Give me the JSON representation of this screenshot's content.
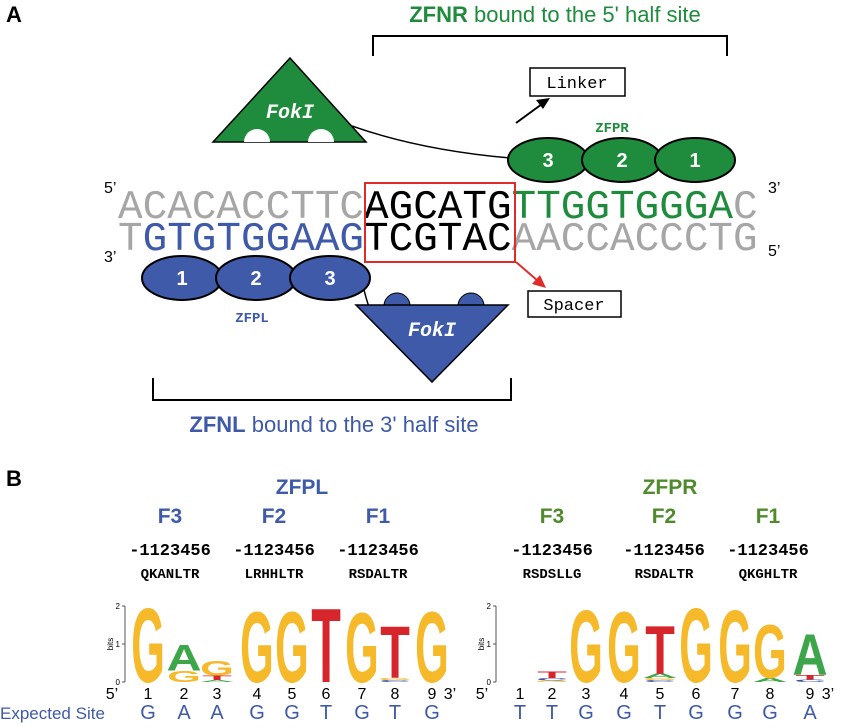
{
  "colors": {
    "green": "#1e8c3c",
    "olive": "#4f8a2c",
    "blue": "#3e5aa8",
    "gray": "#a6a6a6",
    "red": "#e02b2b",
    "G": "#f5b92a",
    "A": "#3da64a",
    "T": "#d6262b",
    "C": "#3b4fa0"
  },
  "panelA": {
    "label": "A",
    "zfnr_title_bold": "ZFNR",
    "zfnr_title_rest": " bound to the 5' half site",
    "zfnl_title_bold": "ZFNL",
    "zfnl_title_rest": " bound to the 3' half site",
    "foki_top": "FokI",
    "foki_bottom": "FokI",
    "linker": "Linker",
    "spacer": "Spacer",
    "zfpr_label": "ZFPR",
    "zfpl_label": "ZFPL",
    "zfpr_fingers": [
      "3",
      "2",
      "1"
    ],
    "zfpl_fingers": [
      "1",
      "2",
      "3"
    ],
    "top_strand": {
      "p5": "5’",
      "p3": "3’",
      "left": "ACACACCTTC",
      "mid": "AGCATG",
      "right": "TTGGTGGGA",
      "end": "C"
    },
    "bottom_strand": {
      "p3": "3’",
      "p5": "5’",
      "start": "T",
      "left": "GTGTGGAAG",
      "mid": "TCGTAC",
      "right": "AACCACCCTG"
    }
  },
  "panelB": {
    "label": "B",
    "zfpl": {
      "title": "ZFPL",
      "fingers": [
        {
          "name": "F3",
          "pos": "-1123456",
          "seq": "QKANLTR"
        },
        {
          "name": "F2",
          "pos": "-1123456",
          "seq": "LRHHLTR"
        },
        {
          "name": "F1",
          "pos": "-1123456",
          "seq": "RSDALTR"
        }
      ]
    },
    "zfpr": {
      "title": "ZFPR",
      "fingers": [
        {
          "name": "F3",
          "pos": "-1123456",
          "seq": "RSDSLLG"
        },
        {
          "name": "F2",
          "pos": "-1123456",
          "seq": "RSDALTR"
        },
        {
          "name": "F1",
          "pos": "-1123456",
          "seq": "QKGHLTR"
        }
      ]
    },
    "axis_label": "bits",
    "yticks": [
      "0",
      "1",
      "2"
    ],
    "p5": "5’",
    "p3": "3’",
    "positions": [
      "1",
      "2",
      "3",
      "4",
      "5",
      "6",
      "7",
      "8",
      "9"
    ],
    "expected_label": "Expected Site",
    "expected_left": [
      "G",
      "A",
      "A",
      "G",
      "G",
      "T",
      "G",
      "T",
      "G"
    ],
    "expected_right": [
      "T",
      "T",
      "G",
      "G",
      "T",
      "G",
      "G",
      "G",
      "A"
    ]
  },
  "chart_data": {
    "type": "sequence-logo",
    "ylabel": "bits",
    "ylim": [
      0,
      2
    ],
    "logos": [
      {
        "name": "ZFPL",
        "columns": [
          [
            [
              "G",
              2.0
            ]
          ],
          [
            [
              "G",
              0.3
            ],
            [
              "A",
              0.7
            ]
          ],
          [
            [
              "A",
              0.05
            ],
            [
              "T",
              0.12
            ],
            [
              "G",
              0.4
            ]
          ],
          [
            [
              "G",
              1.92
            ]
          ],
          [
            [
              "G",
              1.92
            ]
          ],
          [
            [
              "T",
              2.0
            ]
          ],
          [
            [
              "G",
              1.88
            ]
          ],
          [
            [
              "C",
              0.05
            ],
            [
              "G",
              0.05
            ],
            [
              "T",
              1.4
            ]
          ],
          [
            [
              "G",
              1.92
            ]
          ]
        ]
      },
      {
        "name": "ZFPR",
        "columns": [
          [],
          [
            [
              "G",
              0.04
            ],
            [
              "C",
              0.06
            ],
            [
              "T",
              0.18
            ]
          ],
          [
            [
              "G",
              1.95
            ]
          ],
          [
            [
              "G",
              1.92
            ]
          ],
          [
            [
              "C",
              0.05
            ],
            [
              "G",
              0.05
            ],
            [
              "A",
              0.12
            ],
            [
              "T",
              1.3
            ]
          ],
          [
            [
              "G",
              2.0
            ]
          ],
          [
            [
              "G",
              1.95
            ]
          ],
          [
            [
              "A",
              0.1
            ],
            [
              "G",
              1.45
            ]
          ],
          [
            [
              "C",
              0.06
            ],
            [
              "T",
              0.12
            ],
            [
              "A",
              1.1
            ]
          ]
        ]
      }
    ]
  }
}
